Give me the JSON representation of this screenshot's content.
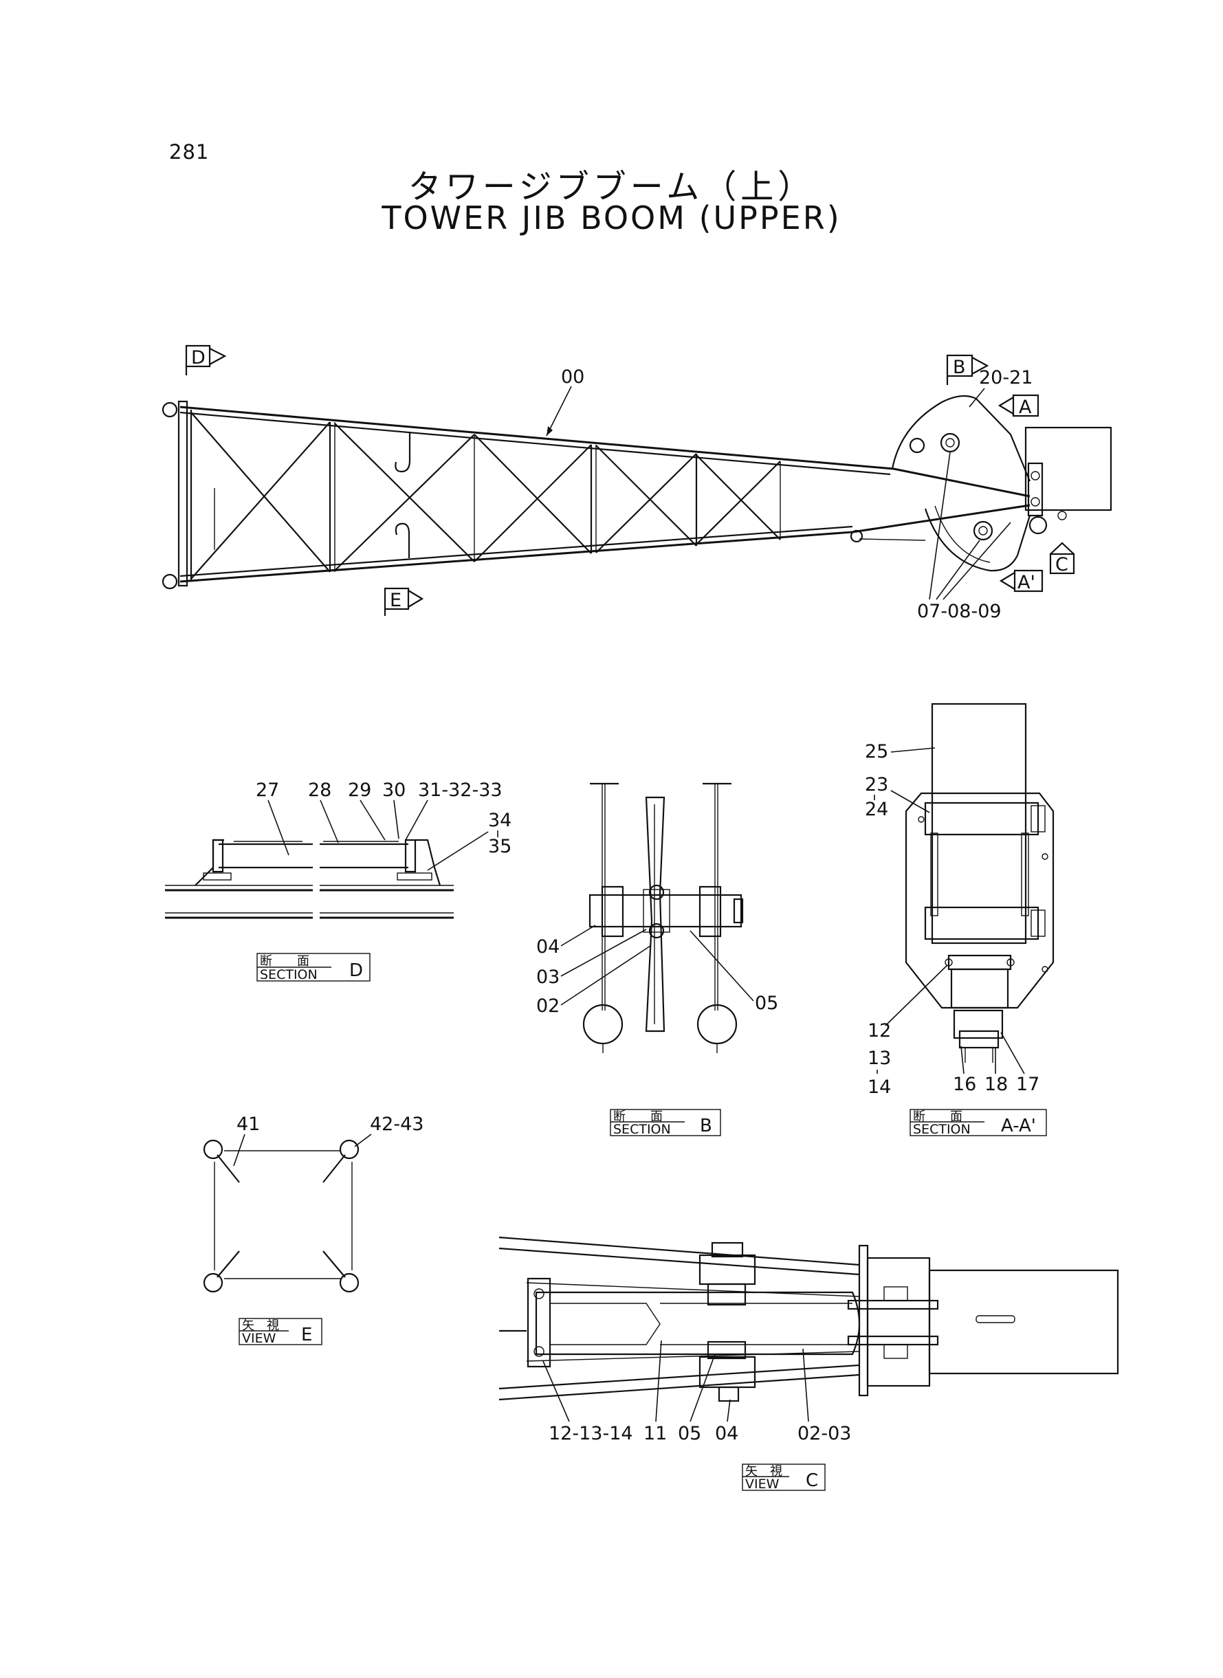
{
  "page_number": "281",
  "title_jp": "タワージブブーム（上）",
  "title_en": "TOWER JIB BOOM (UPPER)",
  "view_markers": {
    "D": "D",
    "B": "B",
    "A": "A",
    "A_prime": "A'",
    "C": "C",
    "E": "E"
  },
  "main_labels": {
    "boom": "00",
    "bracket": "20-21",
    "sheave_pin": "07-08-09"
  },
  "section_d": {
    "caption_jp": "断　　面",
    "caption_en": "SECTION",
    "caption_letter": "D",
    "labels": {
      "p27": "27",
      "p28": "28",
      "p29": "29",
      "p30": "30",
      "p31": "31-32-33",
      "p34": "34",
      "p35": "35"
    }
  },
  "section_b": {
    "caption_jp": "断　　面",
    "caption_en": "SECTION",
    "caption_letter": "B",
    "labels": {
      "p04": "04",
      "p03": "03",
      "p02": "02",
      "p05": "05"
    }
  },
  "section_aa": {
    "caption_jp": "断　　面",
    "caption_en": "SECTION",
    "caption_letter": "A-A'",
    "labels": {
      "p25": "25",
      "p23": "23",
      "p24": "24",
      "p12": "12",
      "p13": "13",
      "p14": "14",
      "p16": "16",
      "p18": "18",
      "p17": "17"
    }
  },
  "view_e": {
    "caption_jp": "矢　視",
    "caption_en": "VIEW",
    "caption_letter": "E",
    "labels": {
      "p41": "41",
      "p42": "42-43"
    }
  },
  "view_c": {
    "caption_jp": "矢　視",
    "caption_en": "VIEW",
    "caption_letter": "C",
    "labels": {
      "p12": "12-13-14",
      "p11": "11",
      "p05": "05",
      "p04": "04",
      "p02": "02-03"
    }
  }
}
